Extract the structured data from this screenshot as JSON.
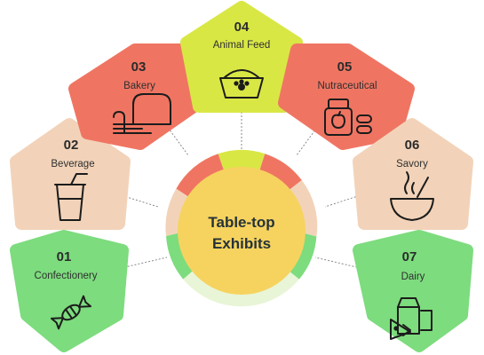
{
  "center": {
    "line1": "Table-top",
    "line2": "Exhibits"
  },
  "colors": {
    "red": "#ef7562",
    "peach": "#f2d3b9",
    "green": "#7ddc7e",
    "yellow_green": "#d9e745",
    "center": "#f6d35f",
    "light_green": "#e8f5d6"
  },
  "items": [
    {
      "number": "01",
      "label": "Confectionery",
      "icon": "candy-icon"
    },
    {
      "number": "02",
      "label": "Beverage",
      "icon": "drink-cup-icon"
    },
    {
      "number": "03",
      "label": "Bakery",
      "icon": "bread-loaf-icon"
    },
    {
      "number": "04",
      "label": "Animal Feed",
      "icon": "pet-food-bowl-icon"
    },
    {
      "number": "05",
      "label": "Nutraceutical",
      "icon": "supplement-jar-icon"
    },
    {
      "number": "06",
      "label": "Savory",
      "icon": "soup-bowl-icon"
    },
    {
      "number": "07",
      "label": "Dairy",
      "icon": "dairy-products-icon"
    }
  ]
}
